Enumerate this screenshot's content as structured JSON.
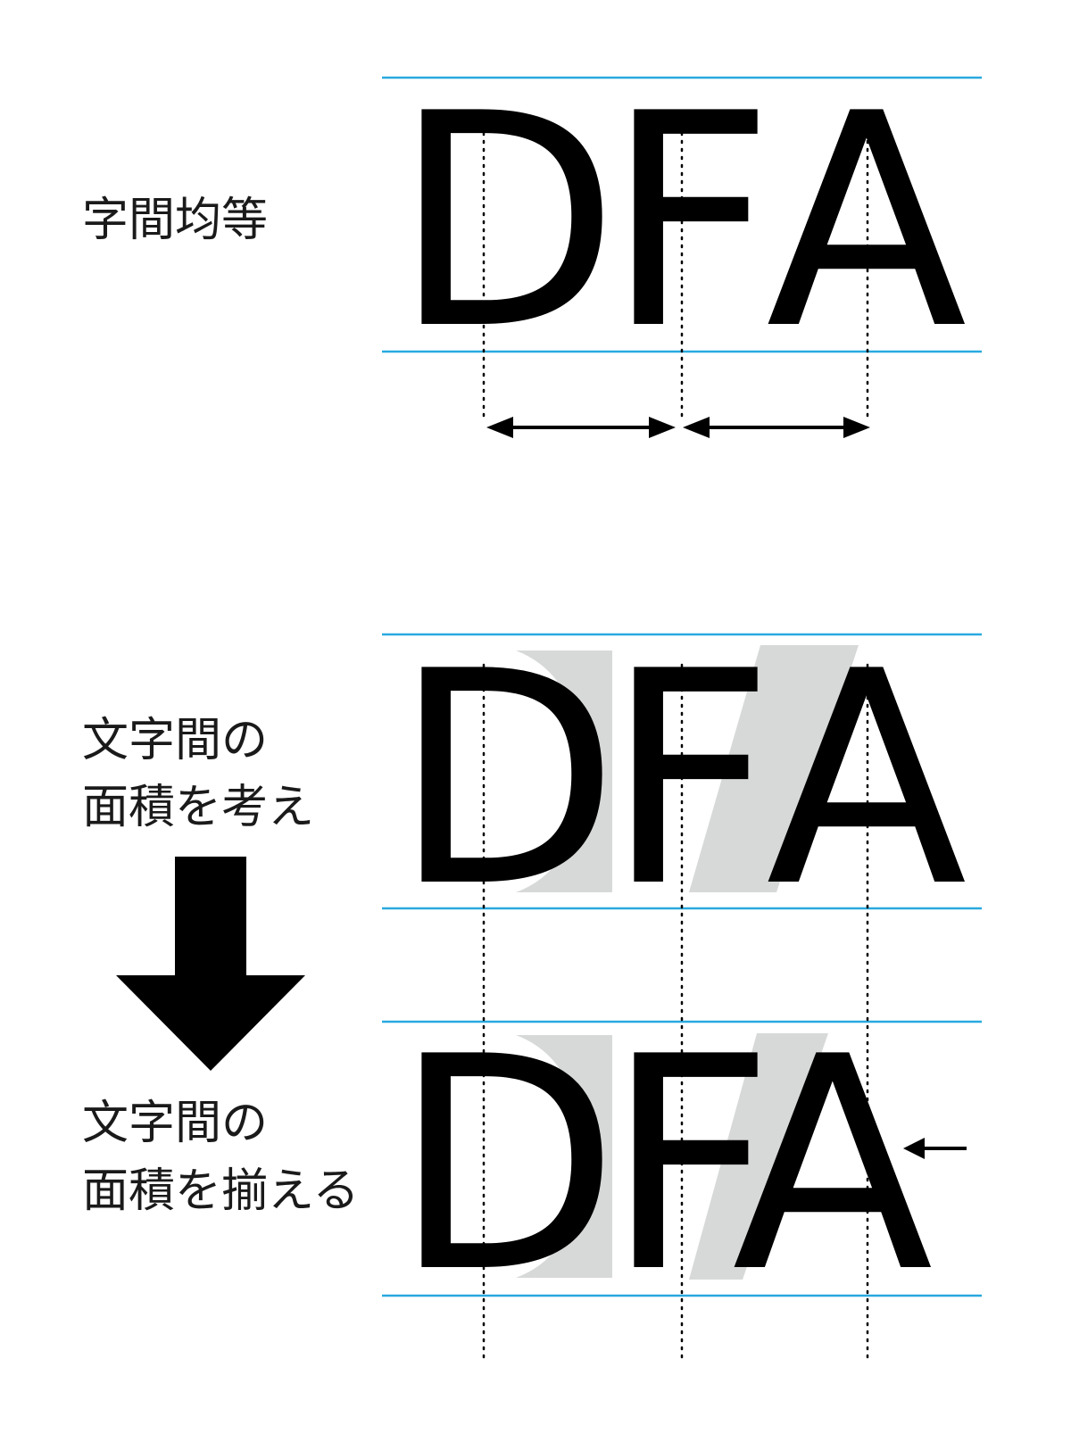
{
  "colors": {
    "guide_line": "#29a9e0",
    "gap_fill": "#d7d9d9",
    "ink": "#000000"
  },
  "sample_text": {
    "letters": [
      "D",
      "F",
      "A"
    ]
  },
  "section_equal": {
    "label": "字間均等"
  },
  "section_consider": {
    "label_line1": "文字間の",
    "label_line2": "面積を考え"
  },
  "section_align": {
    "label_line1": "文字間の",
    "label_line2": "面積を揃える"
  },
  "icons": {
    "big_arrow": "arrow-down-icon",
    "small_arrow": "arrow-left-icon",
    "spacing_arrows": "double-headed-arrow-icon"
  }
}
